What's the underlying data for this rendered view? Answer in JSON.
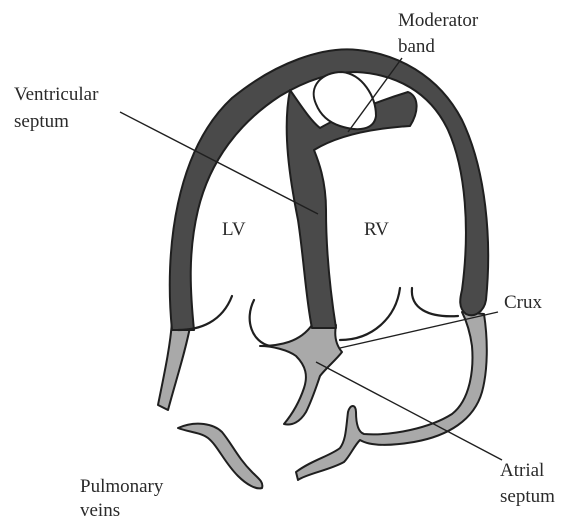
{
  "labels": {
    "moderator_band": [
      "Moderator",
      "band"
    ],
    "ventricular_septum": [
      "Ventricular",
      "septum"
    ],
    "lv": "LV",
    "rv": "RV",
    "crux": "Crux",
    "atrial_septum": [
      "Atrial",
      "septum"
    ],
    "pulmonary_veins": [
      "Pulmonary",
      "veins"
    ]
  },
  "colors": {
    "ventricular_wall": "#4a4a4a",
    "atrial_wall": "#a9a9a9",
    "outline": "#1f1f1f",
    "background": "#ffffff"
  }
}
